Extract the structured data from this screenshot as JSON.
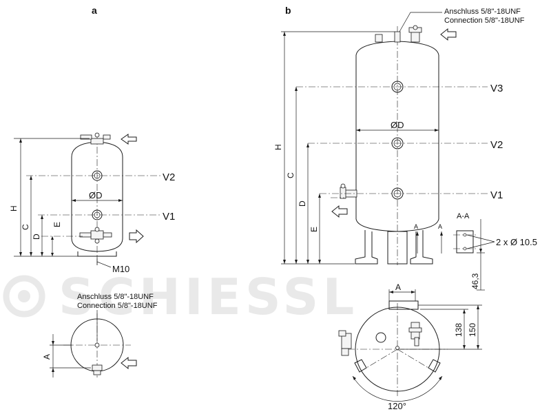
{
  "panel_a": {
    "label": "a",
    "dim_h": "H",
    "dim_c": "C",
    "dim_d": "D",
    "dim_e": "E",
    "dim_diameter": "ØD",
    "port_v2": "V2",
    "port_v1": "V1",
    "thread": "M10",
    "connection_de": "Anschluss 5/8\"-18UNF",
    "connection_en": "Connection 5/8\"-18UNF",
    "dim_a": "A"
  },
  "panel_b": {
    "label": "b",
    "connection_de": "Anschluss 5/8\"-18UNF",
    "connection_en": "Connection 5/8\"-18UNF",
    "dim_h": "H",
    "dim_c": "C",
    "dim_d": "D",
    "dim_e": "E",
    "dim_diameter": "ØD",
    "port_v3": "V3",
    "port_v2": "V2",
    "port_v1": "V1",
    "section_mark": "A",
    "section_title": "A-A",
    "holes": "2 x Ø 10.5",
    "dim_463": "46,3",
    "dim_a": "A",
    "dim_138": "138",
    "dim_150": "150",
    "angle": "120°"
  },
  "watermark": "SCHIESSL"
}
